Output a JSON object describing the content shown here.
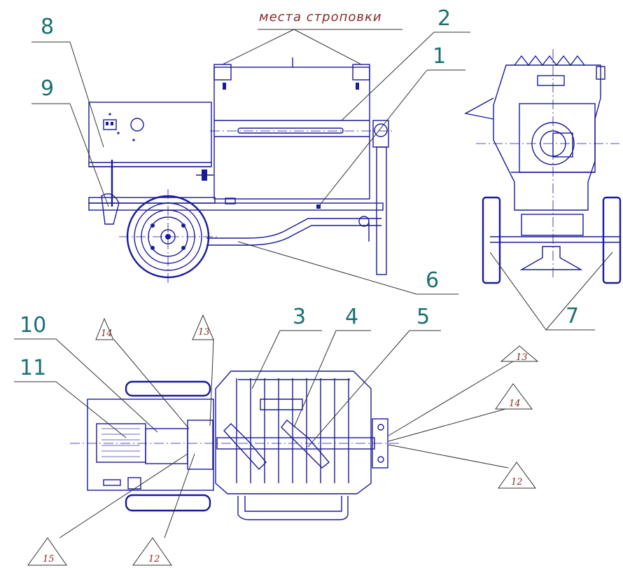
{
  "title": "места строповки",
  "callouts": {
    "n1": "1",
    "n2": "2",
    "n3": "3",
    "n4": "4",
    "n5": "5",
    "n6": "6",
    "n7": "7",
    "n8": "8",
    "n9": "9",
    "n10": "10",
    "n11": "11"
  },
  "triangles": {
    "t14a": "14",
    "t13a": "13",
    "t13b": "13",
    "t14b": "14",
    "t12a": "12",
    "t15": "15",
    "t12b": "12"
  },
  "colors": {
    "line": "#1a1a9a",
    "number": "#1a7070",
    "triangle_text": "#8a2a2a",
    "leader": "#333333"
  }
}
